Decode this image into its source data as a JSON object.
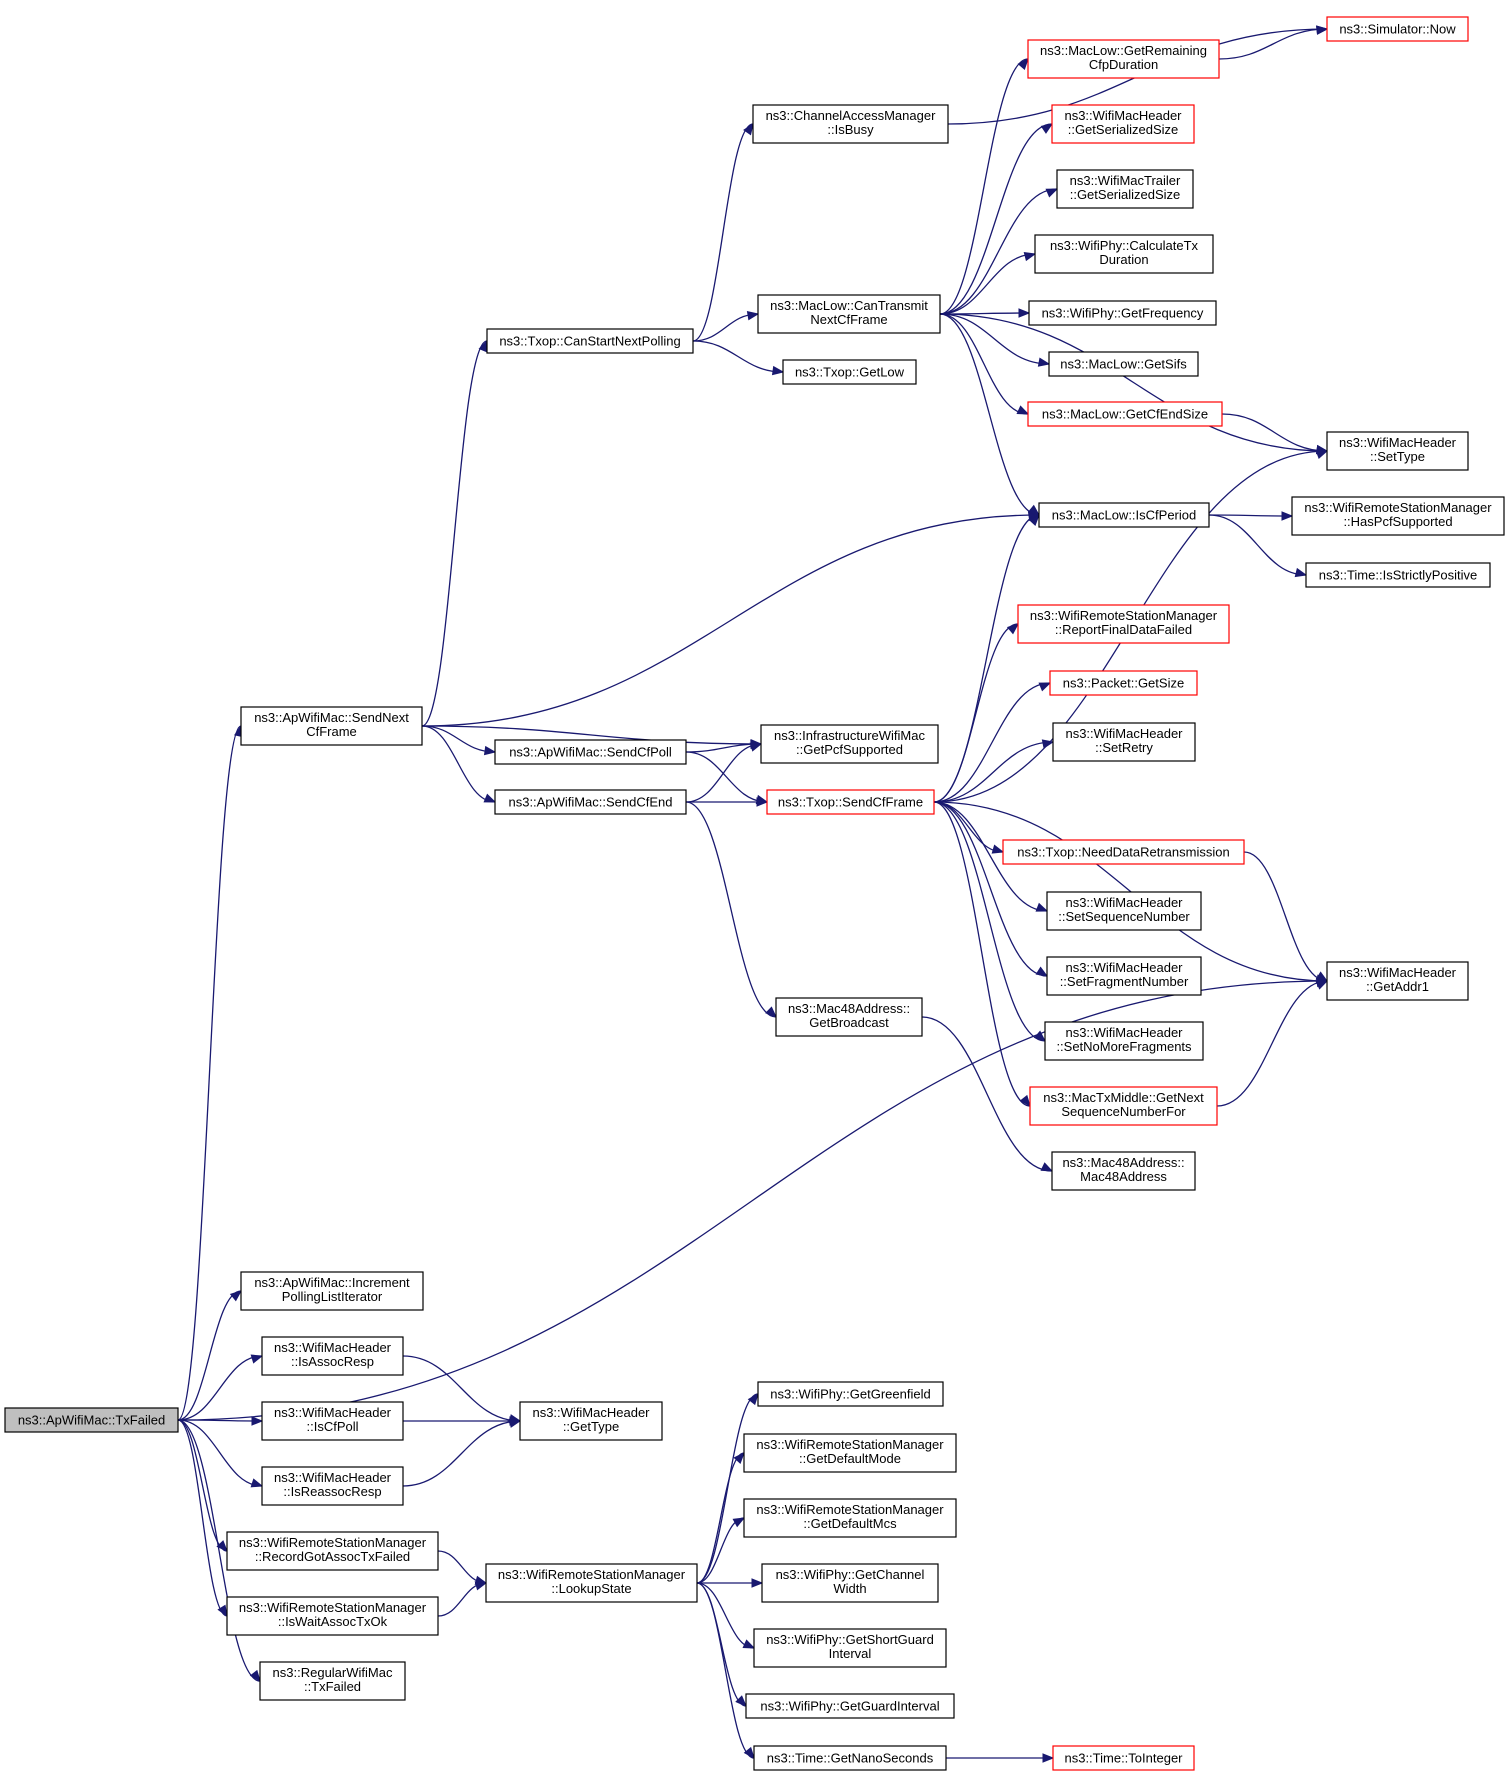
{
  "diagram": {
    "nodes": [
      {
        "id": "TxFailed",
        "lines": [
          "ns3::ApWifiMac::TxFailed"
        ],
        "style": "root"
      },
      {
        "id": "SendNextCfFrame",
        "lines": [
          "ns3::ApWifiMac::SendNext",
          "CfFrame"
        ],
        "style": "normal"
      },
      {
        "id": "IncrementPolling",
        "lines": [
          "ns3::ApWifiMac::Increment",
          "PollingListIterator"
        ],
        "style": "normal"
      },
      {
        "id": "IsAssocResp",
        "lines": [
          "ns3::WifiMacHeader",
          "::IsAssocResp"
        ],
        "style": "normal"
      },
      {
        "id": "IsCfPoll",
        "lines": [
          "ns3::WifiMacHeader",
          "::IsCfPoll"
        ],
        "style": "normal"
      },
      {
        "id": "IsReassocResp",
        "lines": [
          "ns3::WifiMacHeader",
          "::IsReassocResp"
        ],
        "style": "normal"
      },
      {
        "id": "RecordGotAssoc",
        "lines": [
          "ns3::WifiRemoteStationManager",
          "::RecordGotAssocTxFailed"
        ],
        "style": "normal"
      },
      {
        "id": "IsWaitAssoc",
        "lines": [
          "ns3::WifiRemoteStationManager",
          "::IsWaitAssocTxOk"
        ],
        "style": "normal"
      },
      {
        "id": "RegularTxFailed",
        "lines": [
          "ns3::RegularWifiMac",
          "::TxFailed"
        ],
        "style": "normal"
      },
      {
        "id": "GetType",
        "lines": [
          "ns3::WifiMacHeader",
          "::GetType"
        ],
        "style": "normal"
      },
      {
        "id": "LookupState",
        "lines": [
          "ns3::WifiRemoteStationManager",
          "::LookupState"
        ],
        "style": "normal"
      },
      {
        "id": "CanStartNextPolling",
        "lines": [
          "ns3::Txop::CanStartNextPolling"
        ],
        "style": "normal"
      },
      {
        "id": "SendCfPoll",
        "lines": [
          "ns3::ApWifiMac::SendCfPoll"
        ],
        "style": "normal"
      },
      {
        "id": "SendCfEnd",
        "lines": [
          "ns3::ApWifiMac::SendCfEnd"
        ],
        "style": "normal"
      },
      {
        "id": "IsBusy",
        "lines": [
          "ns3::ChannelAccessManager",
          "::IsBusy"
        ],
        "style": "normal"
      },
      {
        "id": "CanTransmitNextCfFrame",
        "lines": [
          "ns3::MacLow::CanTransmit",
          "NextCfFrame"
        ],
        "style": "normal"
      },
      {
        "id": "TxopGetLow",
        "lines": [
          "ns3::Txop::GetLow"
        ],
        "style": "normal"
      },
      {
        "id": "GetPcfSupported",
        "lines": [
          "ns3::InfrastructureWifiMac",
          "::GetPcfSupported"
        ],
        "style": "normal"
      },
      {
        "id": "SendCfFrame",
        "lines": [
          "ns3::Txop::SendCfFrame"
        ],
        "style": "red"
      },
      {
        "id": "GetBroadcast",
        "lines": [
          "ns3::Mac48Address::",
          "GetBroadcast"
        ],
        "style": "normal"
      },
      {
        "id": "GetGreenfield",
        "lines": [
          "ns3::WifiPhy::GetGreenfield"
        ],
        "style": "normal"
      },
      {
        "id": "GetDefaultMode",
        "lines": [
          "ns3::WifiRemoteStationManager",
          "::GetDefaultMode"
        ],
        "style": "normal"
      },
      {
        "id": "GetDefaultMcs",
        "lines": [
          "ns3::WifiRemoteStationManager",
          "::GetDefaultMcs"
        ],
        "style": "normal"
      },
      {
        "id": "GetChannelWidth",
        "lines": [
          "ns3::WifiPhy::GetChannel",
          "Width"
        ],
        "style": "normal"
      },
      {
        "id": "GetShortGuardInterval",
        "lines": [
          "ns3::WifiPhy::GetShortGuard",
          "Interval"
        ],
        "style": "normal"
      },
      {
        "id": "GetGuardInterval",
        "lines": [
          "ns3::WifiPhy::GetGuardInterval"
        ],
        "style": "normal"
      },
      {
        "id": "GetNanoSeconds",
        "lines": [
          "ns3::Time::GetNanoSeconds"
        ],
        "style": "normal"
      },
      {
        "id": "GetRemainingCfpDuration",
        "lines": [
          "ns3::MacLow::GetRemaining",
          "CfpDuration"
        ],
        "style": "red"
      },
      {
        "id": "HdrGetSerializedSize",
        "lines": [
          "ns3::WifiMacHeader",
          "::GetSerializedSize"
        ],
        "style": "red"
      },
      {
        "id": "TrlGetSerializedSize",
        "lines": [
          "ns3::WifiMacTrailer",
          "::GetSerializedSize"
        ],
        "style": "normal"
      },
      {
        "id": "CalculateTxDuration",
        "lines": [
          "ns3::WifiPhy::CalculateTx",
          "Duration"
        ],
        "style": "normal"
      },
      {
        "id": "GetFrequency",
        "lines": [
          "ns3::WifiPhy::GetFrequency"
        ],
        "style": "normal"
      },
      {
        "id": "GetSifs",
        "lines": [
          "ns3::MacLow::GetSifs"
        ],
        "style": "normal"
      },
      {
        "id": "GetCfEndSize",
        "lines": [
          "ns3::MacLow::GetCfEndSize"
        ],
        "style": "red"
      },
      {
        "id": "IsCfPeriod",
        "lines": [
          "ns3::MacLow::IsCfPeriod"
        ],
        "style": "normal"
      },
      {
        "id": "ReportFinalDataFailed",
        "lines": [
          "ns3::WifiRemoteStationManager",
          "::ReportFinalDataFailed"
        ],
        "style": "red"
      },
      {
        "id": "PacketGetSize",
        "lines": [
          "ns3::Packet::GetSize"
        ],
        "style": "red"
      },
      {
        "id": "SetRetry",
        "lines": [
          "ns3::WifiMacHeader",
          "::SetRetry"
        ],
        "style": "normal"
      },
      {
        "id": "NeedDataRetransmission",
        "lines": [
          "ns3::Txop::NeedDataRetransmission"
        ],
        "style": "red"
      },
      {
        "id": "SetSequenceNumber",
        "lines": [
          "ns3::WifiMacHeader",
          "::SetSequenceNumber"
        ],
        "style": "normal"
      },
      {
        "id": "SetFragmentNumber",
        "lines": [
          "ns3::WifiMacHeader",
          "::SetFragmentNumber"
        ],
        "style": "normal"
      },
      {
        "id": "SetNoMoreFragments",
        "lines": [
          "ns3::WifiMacHeader",
          "::SetNoMoreFragments"
        ],
        "style": "normal"
      },
      {
        "id": "GetNextSequenceNumberFor",
        "lines": [
          "ns3::MacTxMiddle::GetNext",
          "SequenceNumberFor"
        ],
        "style": "red"
      },
      {
        "id": "Mac48Address",
        "lines": [
          "ns3::Mac48Address::",
          "Mac48Address"
        ],
        "style": "normal"
      },
      {
        "id": "ToInteger",
        "lines": [
          "ns3::Time::ToInteger"
        ],
        "style": "red"
      },
      {
        "id": "SimulatorNow",
        "lines": [
          "ns3::Simulator::Now"
        ],
        "style": "red"
      },
      {
        "id": "SetType",
        "lines": [
          "ns3::WifiMacHeader",
          "::SetType"
        ],
        "style": "normal"
      },
      {
        "id": "HasPcfSupported",
        "lines": [
          "ns3::WifiRemoteStationManager",
          "::HasPcfSupported"
        ],
        "style": "normal"
      },
      {
        "id": "IsStrictlyPositive",
        "lines": [
          "ns3::Time::IsStrictlyPositive"
        ],
        "style": "normal"
      },
      {
        "id": "GetAddr1",
        "lines": [
          "ns3::WifiMacHeader",
          "::GetAddr1"
        ],
        "style": "normal"
      }
    ],
    "edges": [
      [
        "TxFailed",
        "SendNextCfFrame"
      ],
      [
        "TxFailed",
        "GetAddr1"
      ],
      [
        "TxFailed",
        "IncrementPolling"
      ],
      [
        "TxFailed",
        "IsAssocResp"
      ],
      [
        "TxFailed",
        "IsCfPoll"
      ],
      [
        "TxFailed",
        "IsReassocResp"
      ],
      [
        "TxFailed",
        "RecordGotAssoc"
      ],
      [
        "TxFailed",
        "IsWaitAssoc"
      ],
      [
        "TxFailed",
        "RegularTxFailed"
      ],
      [
        "IsAssocResp",
        "GetType"
      ],
      [
        "IsCfPoll",
        "GetType"
      ],
      [
        "IsReassocResp",
        "GetType"
      ],
      [
        "RecordGotAssoc",
        "LookupState"
      ],
      [
        "IsWaitAssoc",
        "LookupState"
      ],
      [
        "LookupState",
        "GetGreenfield"
      ],
      [
        "LookupState",
        "GetDefaultMode"
      ],
      [
        "LookupState",
        "GetDefaultMcs"
      ],
      [
        "LookupState",
        "GetChannelWidth"
      ],
      [
        "LookupState",
        "GetShortGuardInterval"
      ],
      [
        "LookupState",
        "GetGuardInterval"
      ],
      [
        "LookupState",
        "GetNanoSeconds"
      ],
      [
        "GetNanoSeconds",
        "ToInteger"
      ],
      [
        "SendNextCfFrame",
        "CanStartNextPolling"
      ],
      [
        "SendNextCfFrame",
        "IsCfPeriod"
      ],
      [
        "SendNextCfFrame",
        "GetPcfSupported"
      ],
      [
        "SendNextCfFrame",
        "SendCfPoll"
      ],
      [
        "SendNextCfFrame",
        "SendCfEnd"
      ],
      [
        "SendCfPoll",
        "GetPcfSupported"
      ],
      [
        "SendCfPoll",
        "SendCfFrame"
      ],
      [
        "SendCfEnd",
        "GetPcfSupported"
      ],
      [
        "SendCfEnd",
        "SendCfFrame"
      ],
      [
        "SendCfEnd",
        "GetBroadcast"
      ],
      [
        "GetBroadcast",
        "Mac48Address"
      ],
      [
        "CanStartNextPolling",
        "IsBusy"
      ],
      [
        "CanStartNextPolling",
        "CanTransmitNextCfFrame"
      ],
      [
        "CanStartNextPolling",
        "TxopGetLow"
      ],
      [
        "IsBusy",
        "SimulatorNow"
      ],
      [
        "CanTransmitNextCfFrame",
        "GetRemainingCfpDuration"
      ],
      [
        "CanTransmitNextCfFrame",
        "HdrGetSerializedSize"
      ],
      [
        "CanTransmitNextCfFrame",
        "TrlGetSerializedSize"
      ],
      [
        "CanTransmitNextCfFrame",
        "CalculateTxDuration"
      ],
      [
        "CanTransmitNextCfFrame",
        "GetFrequency"
      ],
      [
        "CanTransmitNextCfFrame",
        "GetSifs"
      ],
      [
        "CanTransmitNextCfFrame",
        "GetCfEndSize"
      ],
      [
        "CanTransmitNextCfFrame",
        "SetType"
      ],
      [
        "CanTransmitNextCfFrame",
        "IsCfPeriod"
      ],
      [
        "GetRemainingCfpDuration",
        "SimulatorNow"
      ],
      [
        "GetCfEndSize",
        "SetType"
      ],
      [
        "IsCfPeriod",
        "HasPcfSupported"
      ],
      [
        "IsCfPeriod",
        "IsStrictlyPositive"
      ],
      [
        "SendCfFrame",
        "IsCfPeriod"
      ],
      [
        "SendCfFrame",
        "SetType"
      ],
      [
        "SendCfFrame",
        "ReportFinalDataFailed"
      ],
      [
        "SendCfFrame",
        "PacketGetSize"
      ],
      [
        "SendCfFrame",
        "SetRetry"
      ],
      [
        "SendCfFrame",
        "GetAddr1"
      ],
      [
        "SendCfFrame",
        "NeedDataRetransmission"
      ],
      [
        "SendCfFrame",
        "SetSequenceNumber"
      ],
      [
        "SendCfFrame",
        "SetFragmentNumber"
      ],
      [
        "SendCfFrame",
        "SetNoMoreFragments"
      ],
      [
        "SendCfFrame",
        "GetNextSequenceNumberFor"
      ],
      [
        "NeedDataRetransmission",
        "GetAddr1"
      ],
      [
        "GetNextSequenceNumberFor",
        "GetAddr1"
      ]
    ]
  }
}
